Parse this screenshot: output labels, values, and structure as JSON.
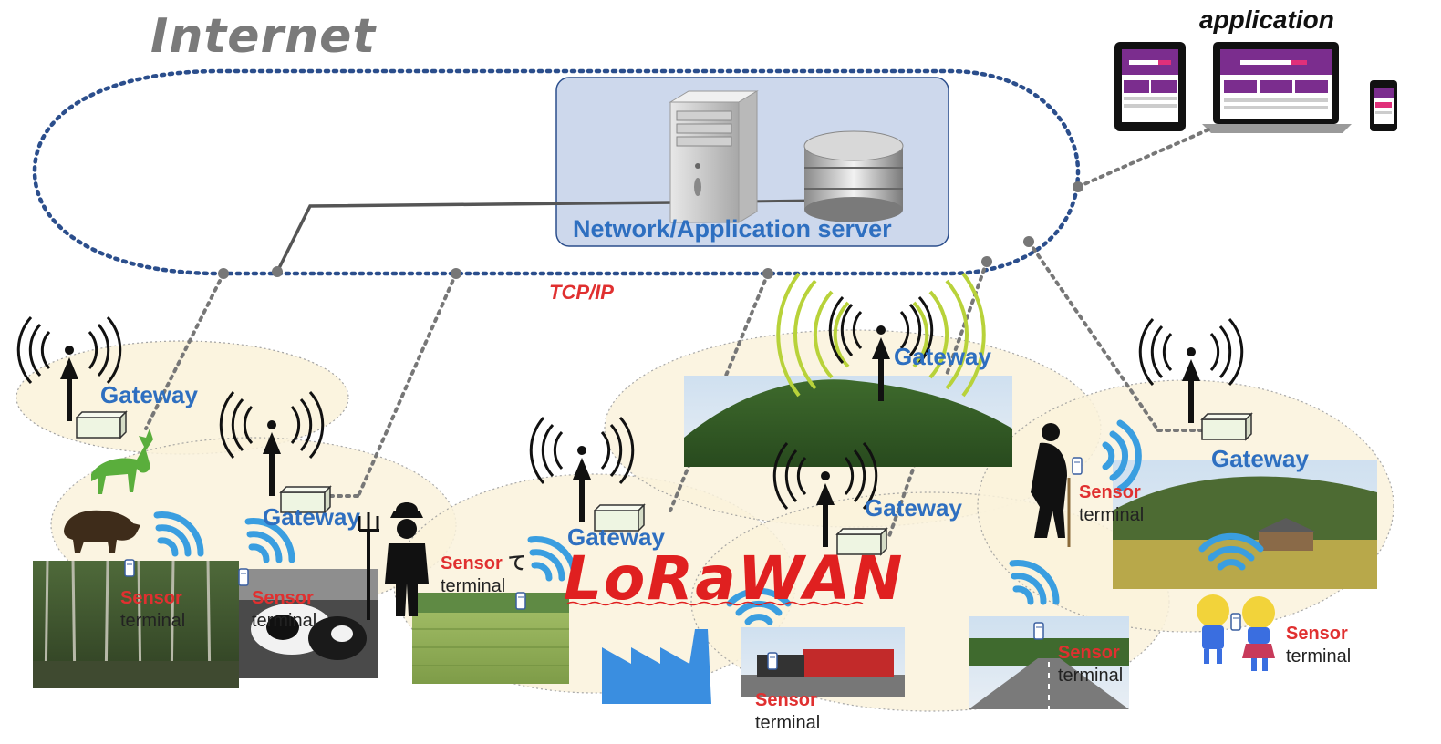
{
  "title": "Internet",
  "application_label": "application",
  "server_label": "Network/Application server",
  "protocol_label": "TCP/IP",
  "lorawan_label": "LoRaWAN",
  "gateways": [
    {
      "label": "Gateway"
    },
    {
      "label": "Gateway"
    },
    {
      "label": "Gateway"
    },
    {
      "label": "Gateway"
    },
    {
      "label": "Gateway"
    },
    {
      "label": "Gateway"
    }
  ],
  "sensors": [
    {
      "label": "Sensor",
      "sub": "terminal"
    },
    {
      "label": "Sensor",
      "sub": "terminal"
    },
    {
      "label": "Sensor",
      "sub": "terminal",
      "extra": "て"
    },
    {
      "label": "Sensor",
      "sub": "terminal"
    },
    {
      "label": "Sensor",
      "sub": "terminal"
    },
    {
      "label": "Sensor",
      "sub": "terminal"
    },
    {
      "label": "Sensor",
      "sub": "terminal"
    }
  ],
  "colors": {
    "link_blue": "#2b4e8c",
    "label_blue": "#2e6fc0",
    "sensor_red": "#e03030",
    "wifi_blue": "#3a9ee0",
    "signal_green": "#b8d23a",
    "zone_fill": "#fbf3dc",
    "server_box": "#cdd8ec",
    "app_purple": "#7b2d8e",
    "app_pink": "#e0307a"
  },
  "icons": [
    "server-tower-icon",
    "database-icon",
    "tablet-icon",
    "laptop-icon",
    "smartphone-icon",
    "antenna-icon",
    "gateway-box-icon",
    "wifi-icon",
    "deer-icon",
    "boar-icon",
    "farmer-icon",
    "factory-icon",
    "elderly-person-icon",
    "schoolchildren-icon"
  ]
}
